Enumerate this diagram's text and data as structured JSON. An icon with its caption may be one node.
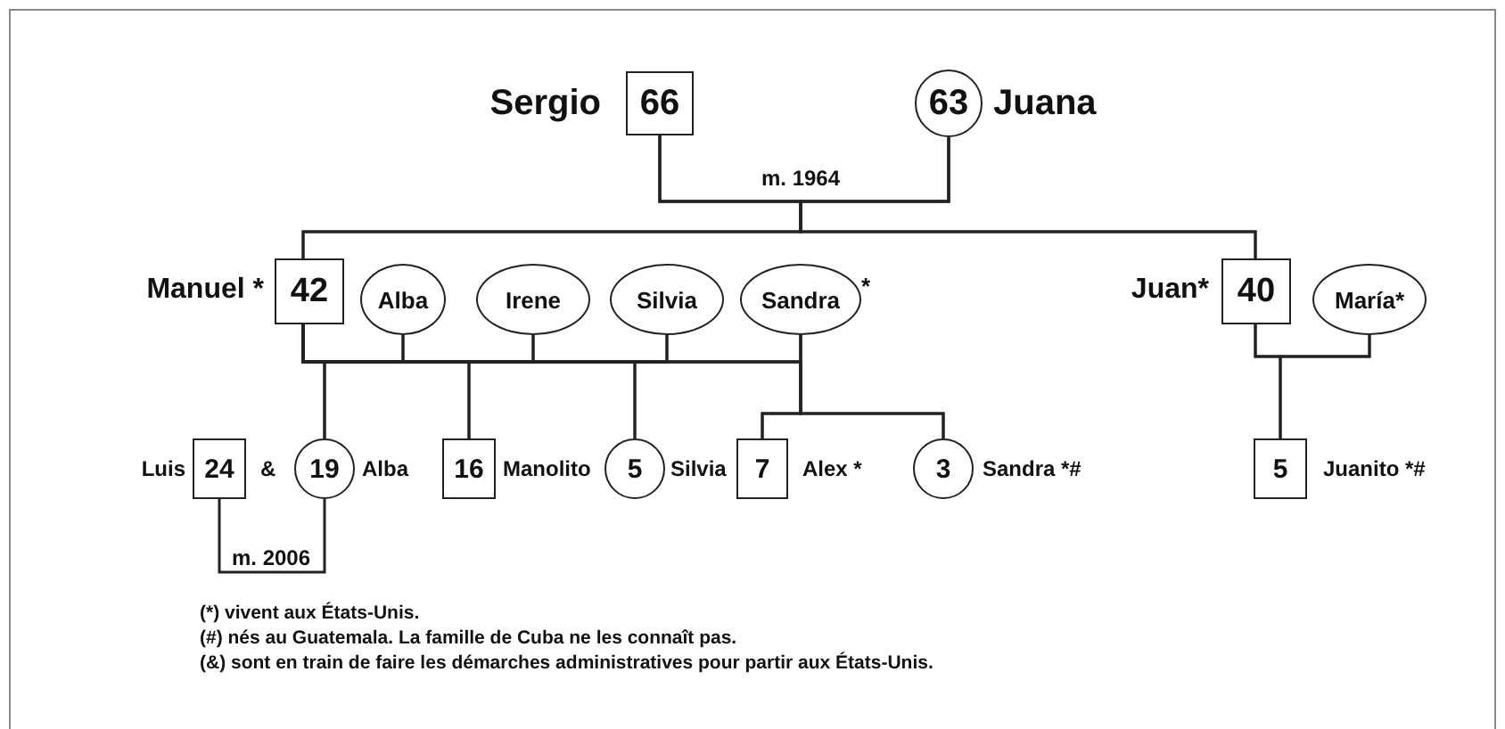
{
  "diagram": {
    "nodes": [
      {
        "text": [
          "66"
        ],
        "beside": [
          "Sergio"
        ]
      },
      {
        "text": [
          "63"
        ],
        "beside": [
          "Juana"
        ]
      },
      {
        "text": [
          "42"
        ],
        "beside": [
          "Manuel *"
        ]
      },
      {
        "text": [
          "Alba"
        ]
      },
      {
        "text": [
          "Irene"
        ]
      },
      {
        "text": [
          "Silvia"
        ]
      },
      {
        "text": [
          "Sandra"
        ],
        "beside": [
          "*"
        ]
      },
      {
        "text": [
          "40"
        ],
        "beside": [
          "Juan*"
        ]
      },
      {
        "text": [
          "María*"
        ]
      },
      {
        "text": [
          "24"
        ],
        "beside": [
          "Luis"
        ]
      },
      {
        "text": [
          "19"
        ],
        "beside": [
          "Alba"
        ]
      },
      {
        "text": [
          "16"
        ],
        "beside": [
          "Manolito"
        ]
      },
      {
        "text": [
          "5"
        ],
        "beside": [
          "Silvia"
        ]
      },
      {
        "text": [
          "7"
        ],
        "beside": [
          "Alex *"
        ]
      },
      {
        "text": [
          "3"
        ],
        "beside": [
          "Sandra *#"
        ]
      },
      {
        "text": [
          "5"
        ],
        "beside": [
          "Juanito *#"
        ]
      }
    ],
    "edges": [
      {
        "from": 0,
        "to": 1,
        "arrow": "none",
        "label": "m. 1964"
      },
      {
        "from": 0,
        "to": 2,
        "arrow": "none"
      },
      {
        "from": 1,
        "to": 2,
        "arrow": "none"
      },
      {
        "from": 0,
        "to": 7,
        "arrow": "none"
      },
      {
        "from": 1,
        "to": 7,
        "arrow": "none"
      },
      {
        "from": 2,
        "to": 3,
        "arrow": "none"
      },
      {
        "from": 2,
        "to": 4,
        "arrow": "none"
      },
      {
        "from": 2,
        "to": 5,
        "arrow": "none"
      },
      {
        "from": 2,
        "to": 6,
        "arrow": "none"
      },
      {
        "from": 2,
        "to": 10,
        "arrow": "none"
      },
      {
        "from": 3,
        "to": 10,
        "arrow": "none"
      },
      {
        "from": 2,
        "to": 11,
        "arrow": "none"
      },
      {
        "from": 4,
        "to": 11,
        "arrow": "none"
      },
      {
        "from": 2,
        "to": 12,
        "arrow": "none"
      },
      {
        "from": 5,
        "to": 12,
        "arrow": "none"
      },
      {
        "from": 2,
        "to": 13,
        "arrow": "none"
      },
      {
        "from": 6,
        "to": 13,
        "arrow": "none"
      },
      {
        "from": 2,
        "to": 14,
        "arrow": "none"
      },
      {
        "from": 6,
        "to": 14,
        "arrow": "none"
      },
      {
        "from": 7,
        "to": 8,
        "arrow": "none"
      },
      {
        "from": 7,
        "to": 15,
        "arrow": "none"
      },
      {
        "from": 8,
        "to": 15,
        "arrow": "none"
      },
      {
        "from": 9,
        "to": 10,
        "arrow": "none",
        "label": "m. 2006"
      }
    ],
    "labels": [
      "&",
      "(*) vivent aux États-Unis.",
      "(#) nés au Guatemala. La famille de Cuba ne les connaît pas.",
      "(&) sont en train de faire les démarches administratives pour partir aux États-Unis."
    ]
  }
}
